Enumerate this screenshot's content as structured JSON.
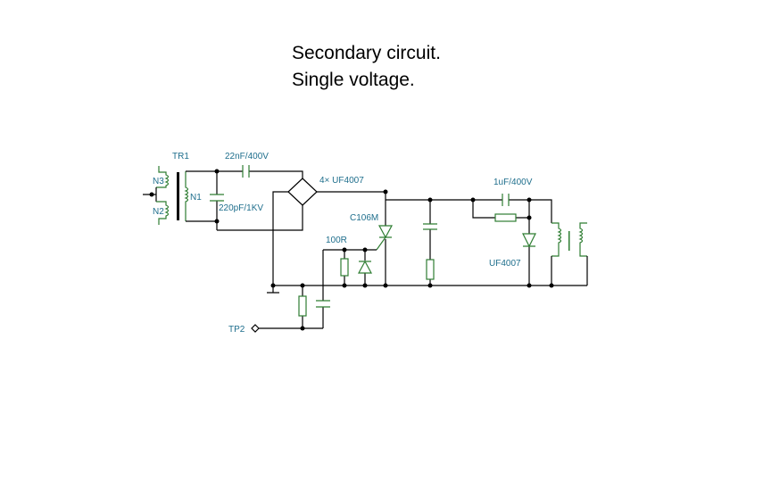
{
  "title": {
    "line1": "Secondary circuit.",
    "line2": "Single voltage."
  },
  "labels": {
    "tr1": "TR1",
    "n3": "N3",
    "n2": "N2",
    "n1": "N1",
    "cap_series": "22nF/400V",
    "cap_shunt": "220pF/1KV",
    "bridge": "4× UF4007",
    "scr": "C106M",
    "resistor_gate": "100R",
    "cap_snubber": "1uF/400V",
    "diode_out": "UF4007",
    "testpoint": "TP2"
  }
}
